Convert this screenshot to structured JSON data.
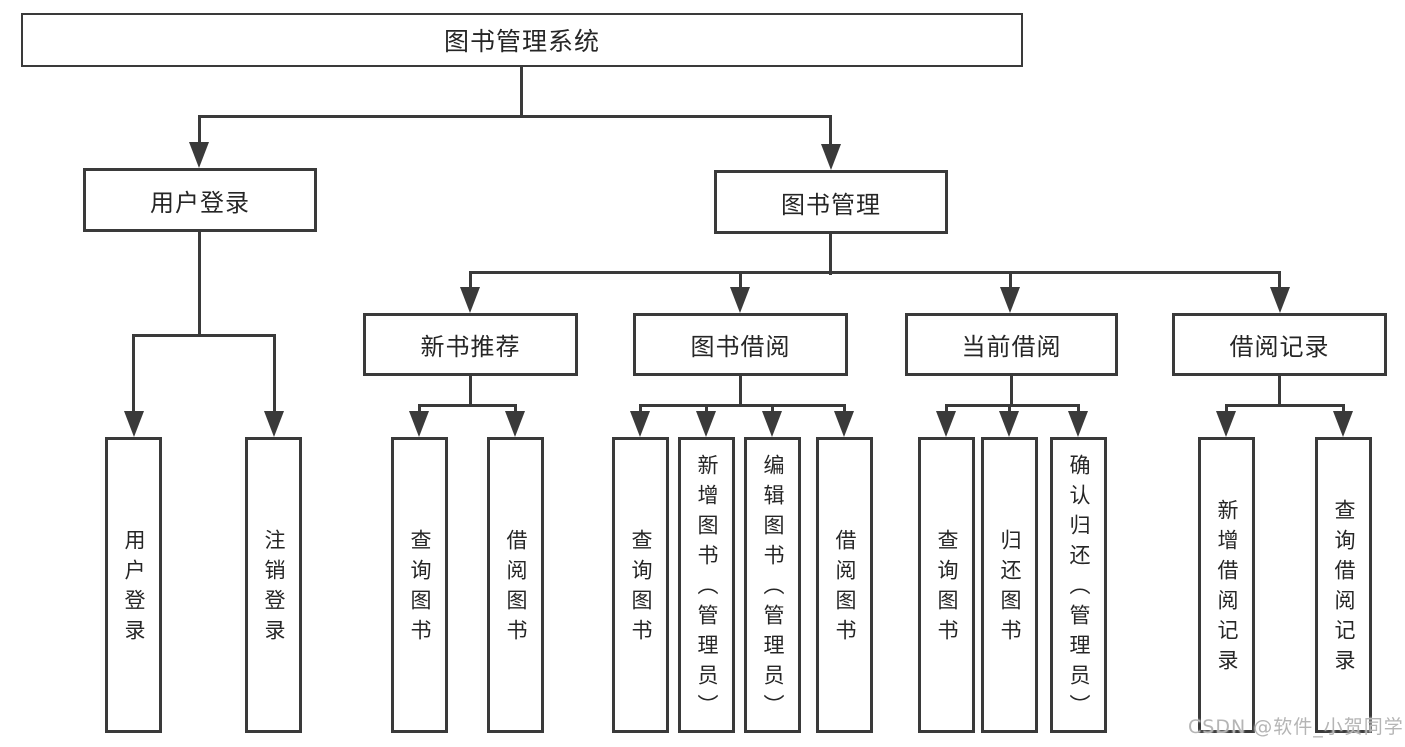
{
  "title": {
    "label": "图书管理系统"
  },
  "sections": [
    {
      "label": "用户登录",
      "children": [
        {
          "label": "用户登录"
        },
        {
          "label": "注销登录"
        }
      ]
    },
    {
      "label": "图书管理",
      "modules": [
        {
          "label": "新书推荐",
          "children": [
            {
              "label": "查询图书"
            },
            {
              "label": "借阅图书"
            }
          ]
        },
        {
          "label": "图书借阅",
          "children": [
            {
              "label": "查询图书"
            },
            {
              "label": "新增图书（管理员）"
            },
            {
              "label": "编辑图书（管理员）"
            },
            {
              "label": "借阅图书"
            }
          ]
        },
        {
          "label": "当前借阅",
          "children": [
            {
              "label": "查询图书"
            },
            {
              "label": "归还图书"
            },
            {
              "label": "确认归还（管理员）"
            }
          ]
        },
        {
          "label": "借阅记录",
          "children": [
            {
              "label": "新增借阅记录"
            },
            {
              "label": "查询借阅记录"
            }
          ]
        }
      ]
    }
  ],
  "watermark": {
    "text": "CSDN @软件_小贺同学"
  },
  "colors": {
    "line": "#3a3a3a",
    "text": "#262626",
    "watermark": "#b5b5b5",
    "background": "#ffffff"
  }
}
